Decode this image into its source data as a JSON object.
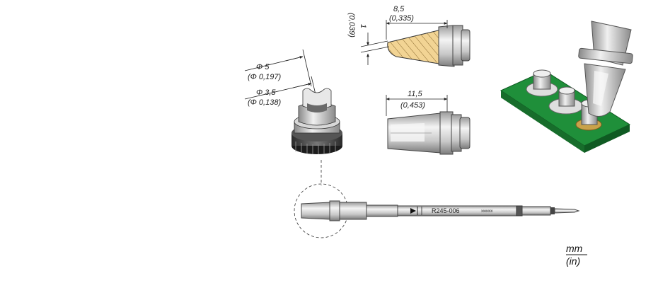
{
  "dimensions": {
    "side_width": {
      "mm": "8,5",
      "in": "(0,335)"
    },
    "thickness": {
      "mm": "1",
      "in": "(0,039)"
    },
    "outer_diameter": {
      "mm": "Φ 5",
      "in": "(Φ 0,197)"
    },
    "inner_diameter": {
      "mm": "Φ 3,5",
      "in": "(Φ 0,138)"
    },
    "length": {
      "mm": "11,5",
      "in": "(0,453)"
    }
  },
  "cartridge": {
    "model": "R245-006",
    "serial": "xxxxxx"
  },
  "units": {
    "primary": "mm",
    "secondary": "(in)"
  },
  "colors": {
    "pcb_green": "#1f8f3a",
    "tin_hatch": "#f2d494",
    "steel": "#b8b8b8"
  }
}
